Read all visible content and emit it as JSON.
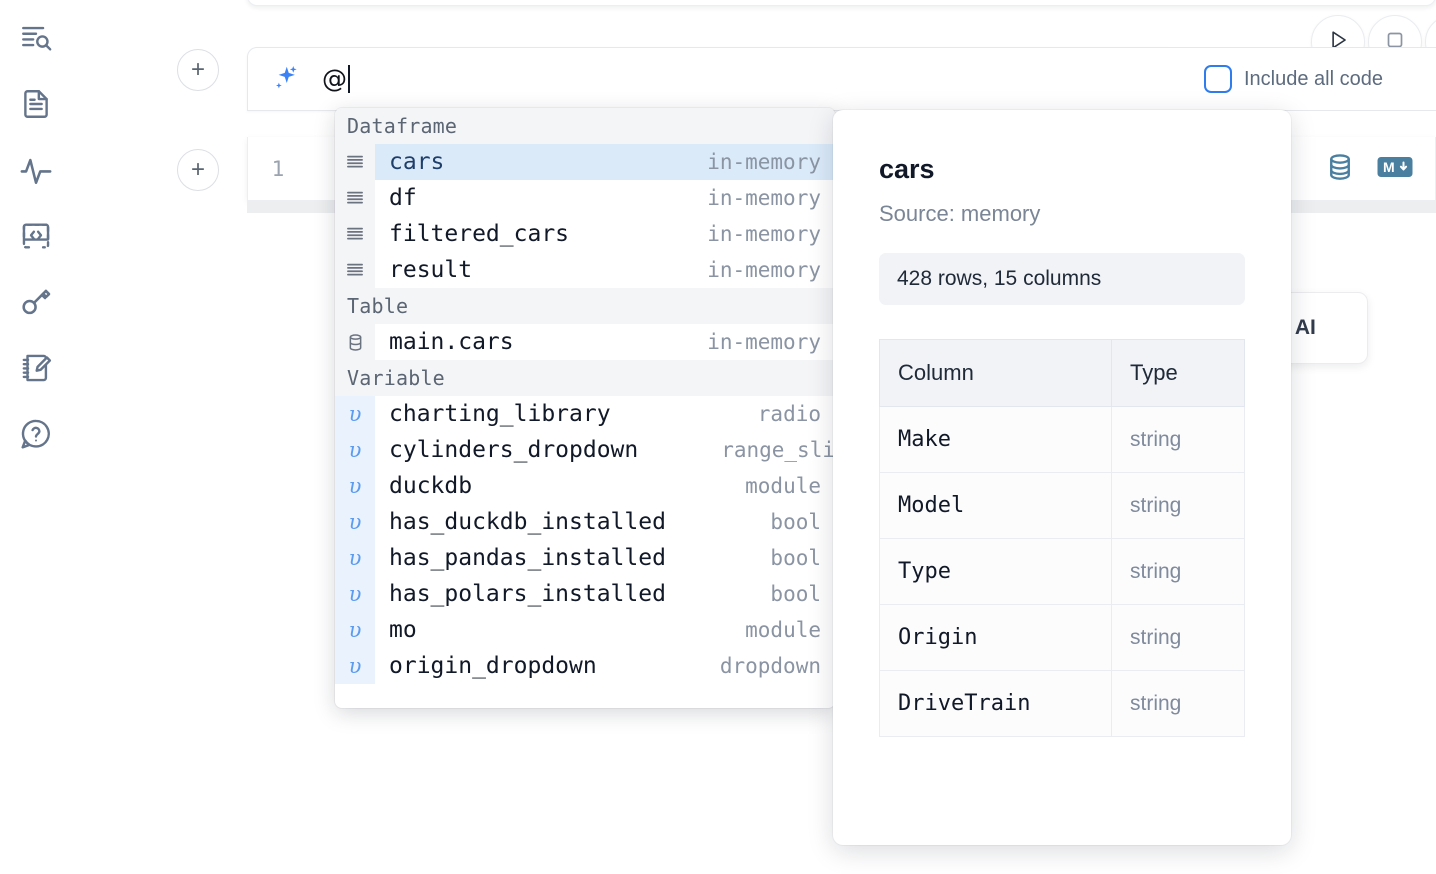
{
  "sidebar": {
    "items": [
      {
        "name": "file-explorer-search",
        "icon": "list-search-icon"
      },
      {
        "name": "documentation",
        "icon": "document-text-icon"
      },
      {
        "name": "variables",
        "icon": "activity-pulse-icon"
      },
      {
        "name": "snippets",
        "icon": "code-brackets-icon"
      },
      {
        "name": "secrets",
        "icon": "key-icon"
      },
      {
        "name": "scratchpad",
        "icon": "notebook-pencil-icon"
      },
      {
        "name": "help",
        "icon": "question-chat-icon"
      }
    ]
  },
  "toolbar": {
    "run_label": "Run",
    "stop_label": "Stop",
    "more_label": "More",
    "add_cell_label": "+"
  },
  "ai_prompt": {
    "icon": "sparkles-icon",
    "value": "@",
    "include_all_code_label": "Include all code",
    "include_all_code_checked": false
  },
  "code_cell": {
    "line_number": "1",
    "database_icon": "database-icon",
    "markdown_icon": "markdown-icon"
  },
  "ai_chip": {
    "label": "h AI"
  },
  "autocomplete": {
    "groups": [
      {
        "label": "Dataframe",
        "icon": "dataframe-icon",
        "items": [
          {
            "name": "cars",
            "type": "in-memory",
            "selected": true
          },
          {
            "name": "df",
            "type": "in-memory",
            "selected": false
          },
          {
            "name": "filtered_cars",
            "type": "in-memory",
            "selected": false
          },
          {
            "name": "result",
            "type": "in-memory",
            "selected": false
          }
        ]
      },
      {
        "label": "Table",
        "icon": "table-db-icon",
        "items": [
          {
            "name": "main.cars",
            "type": "in-memory",
            "selected": false
          }
        ]
      },
      {
        "label": "Variable",
        "icon": "variable-icon",
        "items": [
          {
            "name": "charting_library",
            "type": "radio",
            "selected": false
          },
          {
            "name": "cylinders_dropdown",
            "type": "range_sli",
            "selected": false
          },
          {
            "name": "duckdb",
            "type": "module",
            "selected": false
          },
          {
            "name": "has_duckdb_installed",
            "type": "bool",
            "selected": false
          },
          {
            "name": "has_pandas_installed",
            "type": "bool",
            "selected": false
          },
          {
            "name": "has_polars_installed",
            "type": "bool",
            "selected": false
          },
          {
            "name": "mo",
            "type": "module",
            "selected": false
          },
          {
            "name": "origin_dropdown",
            "type": "dropdown",
            "selected": false
          }
        ]
      }
    ]
  },
  "doc_panel": {
    "title": "cars",
    "source": "Source: memory",
    "stats": "428 rows, 15 columns",
    "table": {
      "headers": [
        "Column",
        "Type"
      ],
      "rows": [
        {
          "column": "Make",
          "type": "string"
        },
        {
          "column": "Model",
          "type": "string"
        },
        {
          "column": "Type",
          "type": "string"
        },
        {
          "column": "Origin",
          "type": "string"
        },
        {
          "column": "DriveTrain",
          "type": "string"
        }
      ]
    }
  },
  "colors": {
    "accent_blue": "#3b82f6",
    "selection_blue": "#daeaf9",
    "icon_gray": "#64748b",
    "cell_icon_blue": "#4a7fa0"
  }
}
